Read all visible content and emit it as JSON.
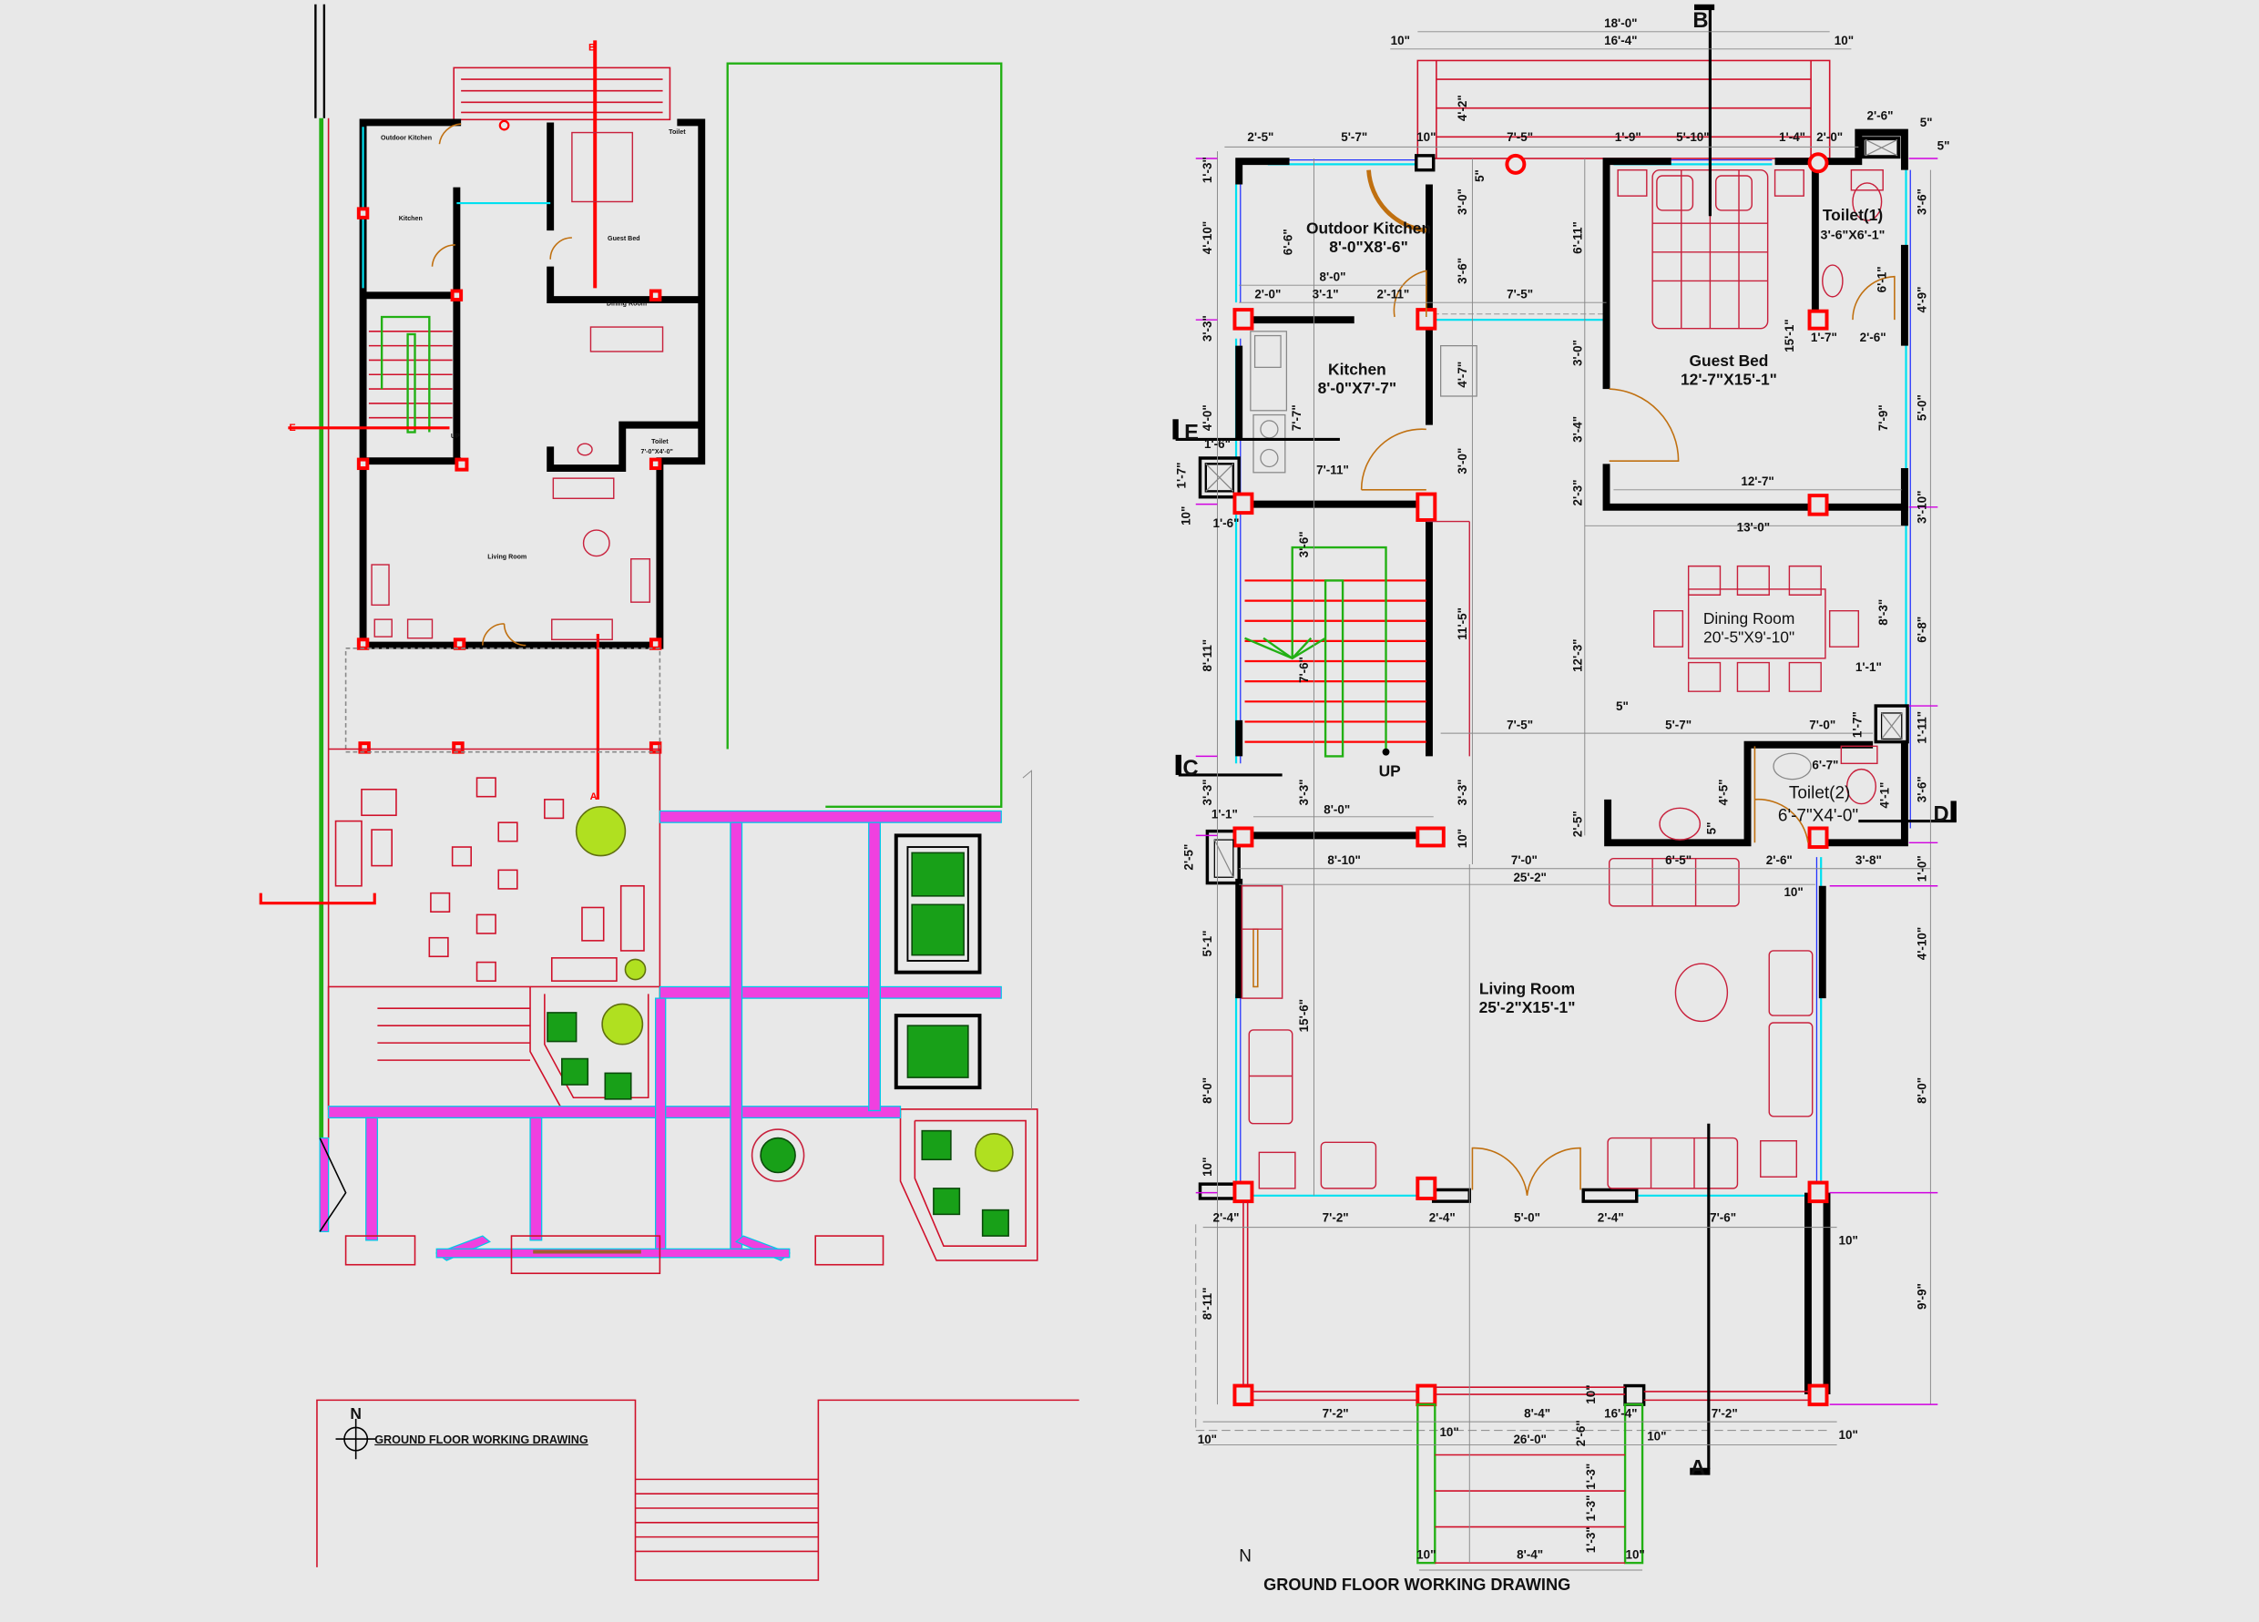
{
  "title": "GROUND FLOOR WORKING DRAWING",
  "north_label": "N",
  "section_markers": {
    "a": "A",
    "b": "B",
    "c": "C",
    "d": "D",
    "e": "E"
  },
  "rooms": {
    "outdoor_kitchen": {
      "name": "Outdoor Kitchen",
      "size": "8'-0\"X8'-6\""
    },
    "kitchen": {
      "name": "Kitchen",
      "size": "8'-0\"X7'-7\""
    },
    "guest_bed": {
      "name": "Guest Bed",
      "size": "12'-7\"X15'-1\""
    },
    "toilet1": {
      "name": "Toilet(1)",
      "size": "3'-6\"X6'-1\""
    },
    "dining": {
      "name": "Dining Room",
      "size": "20'-5\"X9'-10\""
    },
    "toilet2": {
      "name": "Toilet(2)",
      "size": "6'-7\"X4'-0\""
    },
    "living": {
      "name": "Living Room",
      "size": "25'-2\"X15'-1\""
    },
    "stair_up": "UP"
  },
  "site_plan": {
    "title": "GROUND FLOOR WORKING DRAWING",
    "north_label": "N",
    "outdoor_kitchen": "Outdoor Kitchen",
    "kitchen": "Kitchen",
    "guest_bed": "Guest Bed",
    "toilet_top": "Toilet",
    "dining": "Dining Room",
    "toilet": "Toilet",
    "toilet_size": "7'-0\"X4'-0\"",
    "living": "Living Room",
    "stair_up": "UP",
    "section_a": "A",
    "section_b": "B",
    "section_e": "E"
  },
  "dims": [
    "18'-0\"",
    "16'-4\"",
    "10\"",
    "10\"",
    "2'-5\"",
    "5'-7\"",
    "10\"",
    "7'-5\"",
    "1'-9\"",
    "5'-10\"",
    "1'-4\"",
    "2'-0\"",
    "2'-6\"",
    "4'-2\"",
    "1'-3\"",
    "4'-10\"",
    "3'-3\"",
    "4'-0\"",
    "1'-7\"",
    "10\"",
    "8'-11\"",
    "3'-3\"",
    "2'-5\"",
    "5'-1\"",
    "8'-0\"",
    "10\"",
    "8'-11\"",
    "8'-0\"",
    "2'-0\"",
    "3'-1\"",
    "2'-11\"",
    "7'-5\"",
    "6'-6\"",
    "3'-0\"",
    "3'-6\"",
    "6'-11\"",
    "3'-0\"",
    "4'-7\"",
    "7'-7\"",
    "7'-11\"",
    "3'-0\"",
    "3'-4\"",
    "2'-3\"",
    "1'-6\"",
    "1'-6\"",
    "3'-6\"",
    "7'-6\"",
    "11'-5\"",
    "12'-3\"",
    "7'-5\"",
    "3'-3\"",
    "3'-3\"",
    "8'-0\"",
    "1'-1\"",
    "8'-10\"",
    "7'-0\"",
    "25'-2\"",
    "10\"",
    "2'-5\"",
    "15'-6\"",
    "12'-7\"",
    "13'-0\"",
    "15'-1\"",
    "1'-7\"",
    "2'-6\"",
    "6'-1\"",
    "3'-6\"",
    "4'-9\"",
    "5'-0\"",
    "7'-9\"",
    "3'-10\"",
    "8'-3\"",
    "6'-8\"",
    "1'-1\"",
    "5\"",
    "5'-7\"",
    "7'-0\"",
    "1'-7\"",
    "1'-11\"",
    "6'-7\"",
    "4'-5\"",
    "4'-1\"",
    "3'-6\"",
    "5\"",
    "6'-5\"",
    "2'-6\"",
    "3'-8\"",
    "1'-0\"",
    "10\"",
    "4'-10\"",
    "8'-0\"",
    "2'-4\"",
    "7'-2\"",
    "2'-4\"",
    "5'-0\"",
    "2'-4\"",
    "7'-6\"",
    "10\"",
    "9'-9\"",
    "7'-2\"",
    "8'-4\"",
    "16'-4\"",
    "7'-2\"",
    "10\"",
    "10\"",
    "26'-0\"",
    "10\"",
    "10\"",
    "2'-6\"",
    "10\"",
    "1'-3\"",
    "1'-3\"",
    "1'-3\"",
    "10\"",
    "8'-4\"",
    "10\"",
    "5\"",
    "5\"",
    "5\""
  ],
  "colors": {
    "background": "#e8e8e8",
    "wall": "#000000",
    "column": "#ff0000",
    "furniture": "#c8203c",
    "glass": "#00e0f0",
    "dimension": "#d000e0",
    "stair_arrow": "#22b014",
    "paving": "#f040e0"
  }
}
